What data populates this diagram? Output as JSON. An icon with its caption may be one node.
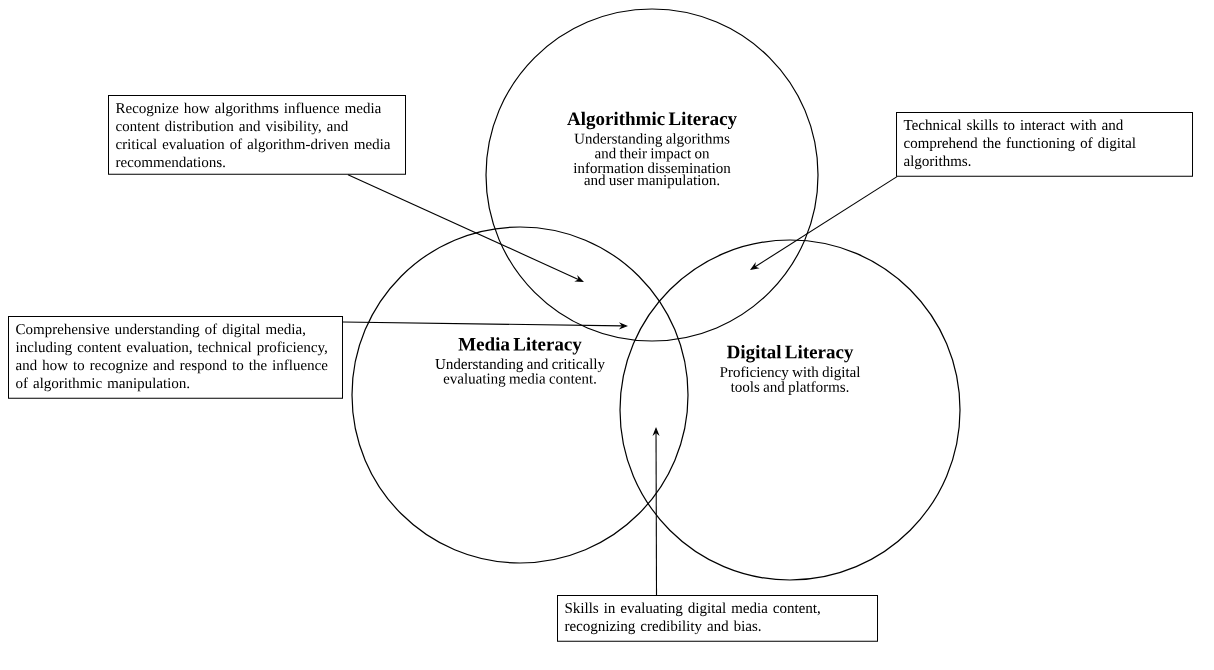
{
  "diagram": {
    "nodes": [
      {
        "text": [
          "Algorithmic Literacy",
          "Understanding algorithms and their impact on information dissemination and user manipulation."
        ]
      },
      {
        "text": [
          "Media Literacy",
          "Understanding and critically evaluating media content."
        ]
      },
      {
        "text": [
          "Digital Literacy",
          "Proficiency with digital tools and platforms."
        ]
      },
      {
        "text": [
          "Recognize how algorithms influence media content distribution and visibility, and critical evaluation of algorithm-driven media recommendations."
        ]
      },
      {
        "text": [
          "Technical skills to interact with and comprehend the functioning of digital algorithms."
        ]
      },
      {
        "text": [
          "Comprehensive understanding of digital media, including content evaluation, technical proficiency, and how to recognize and respond to the influence of algorithmic manipulation."
        ]
      },
      {
        "text": [
          "Skills in evaluating digital media content, recognizing credibility and bias."
        ]
      }
    ],
    "edges": [
      {
        "from": 3,
        "to": 0,
        "arrow": "to"
      },
      {
        "from": 4,
        "to": 0,
        "arrow": "to"
      },
      {
        "from": 5,
        "to": 0,
        "arrow": "to"
      },
      {
        "from": 6,
        "to": 1,
        "arrow": "to"
      }
    ]
  }
}
